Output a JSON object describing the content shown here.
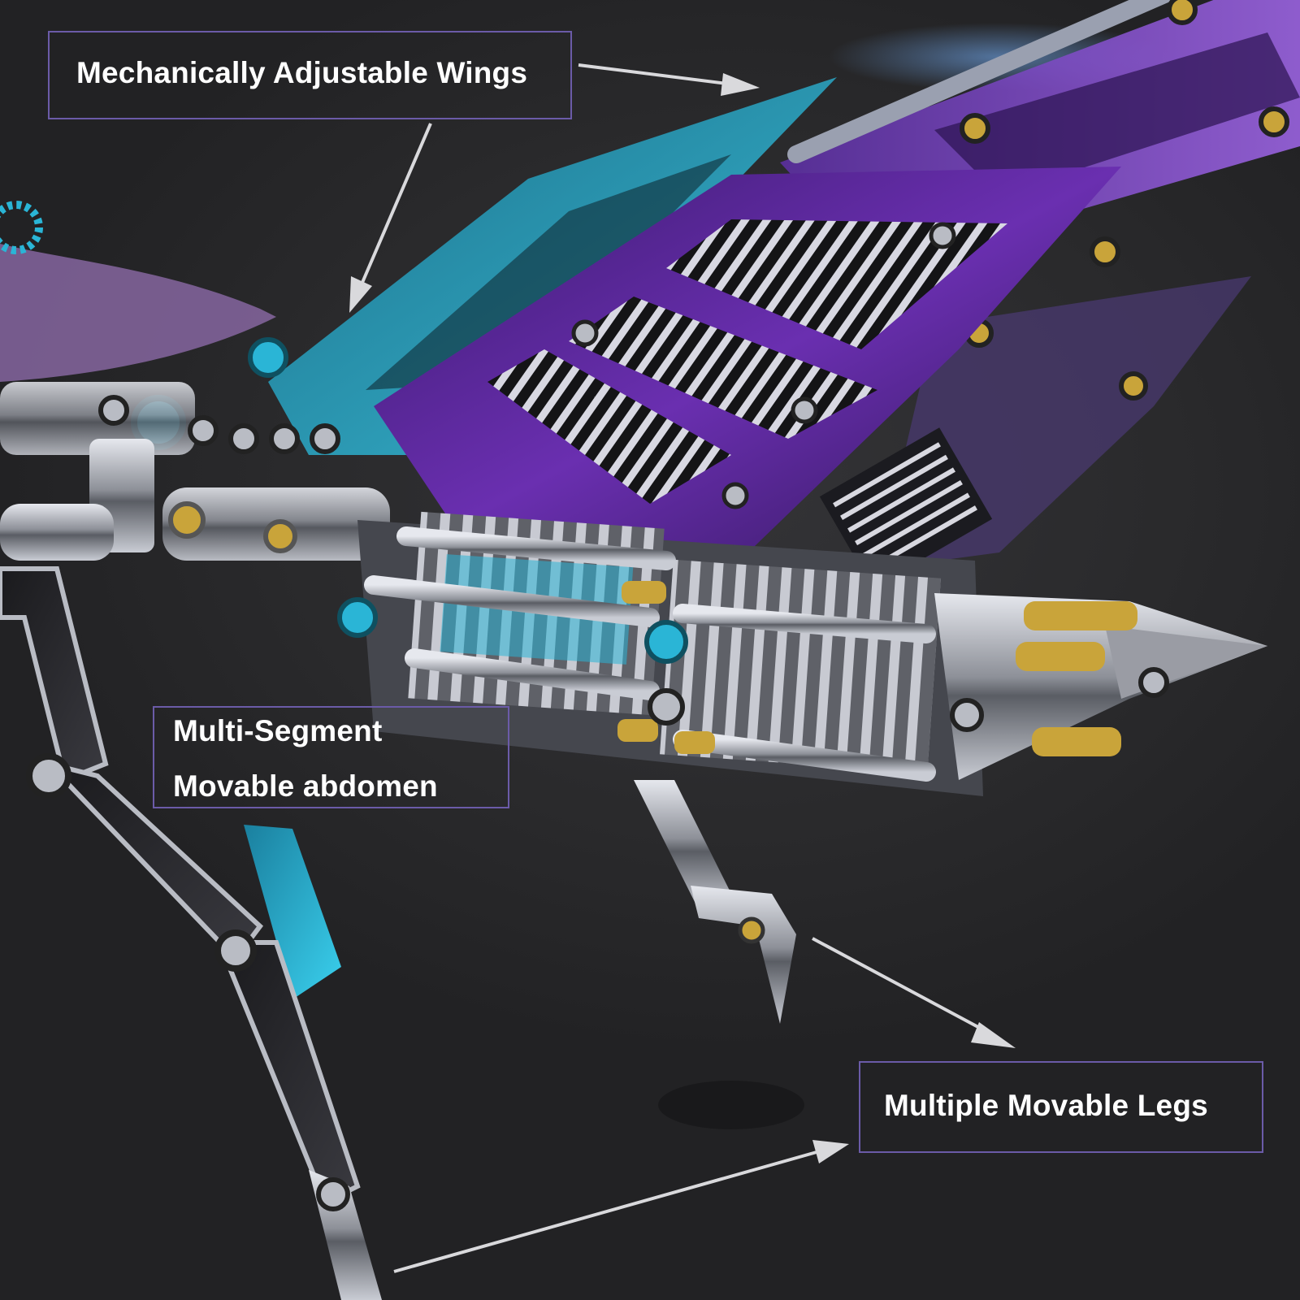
{
  "callouts": {
    "wings": {
      "label": "Mechanically Adjustable Wings"
    },
    "abdomen": {
      "line1": "Multi-Segment",
      "line2": "Movable abdomen"
    },
    "legs": {
      "label": "Multiple Movable Legs"
    }
  },
  "colors": {
    "background": "#2a2a2c",
    "callout_border": "#6b5ba8",
    "callout_text": "#ffffff",
    "wing_purple": "#6a2fb0",
    "wing_cyan": "#2ab5d6",
    "metal": "#b9bcc4",
    "brass": "#c9a43a",
    "arrow": "#d9d9dc"
  }
}
